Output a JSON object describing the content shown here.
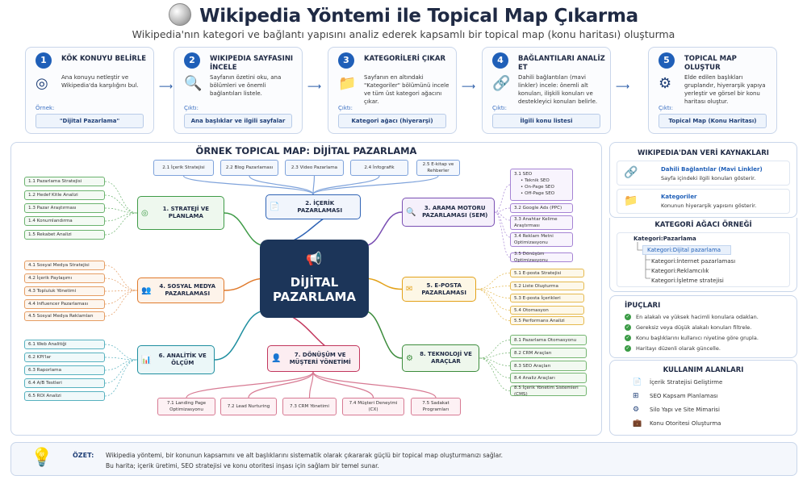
{
  "header": {
    "title": "Wikipedia Yöntemi ile Topical Map Çıkarma",
    "subtitle": "Wikipedia'nın kategori ve bağlantı yapısını analiz ederek kapsamlı bir topical map (konu haritası) oluşturma"
  },
  "steps": [
    {
      "num": "1",
      "title": "KÖK KONUYU BELİRLE",
      "desc": "Ana konuyu netleştir ve Wikipedia'da karşılığını bul.",
      "out_label": "Örnek:",
      "output": "\"Dijital Pazarlama\"",
      "icon": "target-icon"
    },
    {
      "num": "2",
      "title": "WIKIPEDIA SAYFASINI İNCELE",
      "desc": "Sayfanın özetini oku, ana bölümleri ve önemli bağlantıları listele.",
      "out_label": "Çıktı:",
      "output": "Ana başlıklar ve ilgili sayfalar",
      "icon": "magnifier-icon"
    },
    {
      "num": "3",
      "title": "KATEGORİLERİ ÇIKAR",
      "desc": "Sayfanın en altındaki \"Kategoriler\" bölümünü incele ve tüm üst kategori ağacını çıkar.",
      "out_label": "Çıktı:",
      "output": "Kategori ağacı (hiyerarşi)",
      "icon": "folder-icon"
    },
    {
      "num": "4",
      "title": "BAĞLANTILARI ANALİZ ET",
      "desc": "Dahili bağlantıları (mavi linkler) incele: önemli alt konuları, ilişkili konuları ve destekleyici konuları belirle.",
      "out_label": "Çıktı:",
      "output": "İlgili konu listesi",
      "icon": "link-icon"
    },
    {
      "num": "5",
      "title": "TOPICAL MAP OLUŞTUR",
      "desc": "Elde edilen başlıkları gruplandır, hiyerarşik yapıya yerleştir ve görsel bir konu haritası oluştur.",
      "out_label": "Çıktı:",
      "output": "Topical Map (Konu Haritası)",
      "icon": "network-icon"
    }
  ],
  "map": {
    "title": "ÖRNEK TOPICAL MAP: DİJİTAL PAZARLAMA",
    "center": [
      "DİJİTAL",
      "PAZARLAMA"
    ],
    "main": [
      {
        "label": "1. STRATEJİ VE PLANLAMA",
        "color": "#3f9b47",
        "bg": "#eef8ee",
        "icon": "target-icon"
      },
      {
        "label": "2. İÇERİK PAZARLAMASI",
        "color": "#2f63b5",
        "bg": "#f1f5fc",
        "icon": "document-icon"
      },
      {
        "label": "3. ARAMA MOTORU PAZARLAMASI (SEM)",
        "color": "#7a4fb3",
        "bg": "#f5f0fb",
        "icon": "search-icon"
      },
      {
        "label": "4. SOSYAL MEDYA PAZARLAMASI",
        "color": "#e07a2c",
        "bg": "#fdf3ea",
        "icon": "people-icon"
      },
      {
        "label": "5. E-POSTA PAZARLAMASI",
        "color": "#e3a21a",
        "bg": "#fdf7e6",
        "icon": "mail-icon"
      },
      {
        "label": "6. ANALİTİK VE ÖLÇÜM",
        "color": "#1f8fa0",
        "bg": "#ebf7f8",
        "icon": "bar-chart-icon"
      },
      {
        "label": "7. DÖNÜŞÜM VE MÜŞTERİ YÖNETİMİ",
        "color": "#c2375d",
        "bg": "#fcedf1",
        "icon": "user-plus-icon"
      },
      {
        "label": "8. TEKNOLOJİ VE ARAÇLAR",
        "color": "#3c8c3c",
        "bg": "#eef7ec",
        "icon": "gear-icon"
      }
    ],
    "sub1": [
      "1.1 Pazarlama Stratejisi",
      "1.2 Hedef Kitle Analizi",
      "1.3 Pazar Araştırması",
      "1.4 Konumlandırma",
      "1.5 Rekabet Analizi"
    ],
    "sub2": [
      "2.1 İçerik Stratejisi",
      "2.2 Blog Pazarlaması",
      "2.3 Video Pazarlama",
      "2.4 İnfografik",
      "2.5 E-kitap ve Rehberler"
    ],
    "sub3_seo": {
      "title": "3.1 SEO",
      "items": [
        "Teknik SEO",
        "On-Page SEO",
        "Off-Page SEO"
      ]
    },
    "sub3": [
      "3.2 Google Ads (PPC)",
      "3.3 Anahtar Kelime Araştırması",
      "3.4 Reklam Metni Optimizasyonu",
      "3.5 Dönüşüm Optimizasyonu"
    ],
    "sub4": [
      "4.1 Sosyal Medya Stratejisi",
      "4.2 İçerik Paylaşımı",
      "4.3 Topluluk Yönetimi",
      "4.4 Influencer Pazarlaması",
      "4.5 Sosyal Medya Reklamları"
    ],
    "sub5": [
      "5.1 E-posta Stratejisi",
      "5.2 Liste Oluşturma",
      "5.3 E-posta İçerikleri",
      "5.4 Otomasyon",
      "5.5 Performans Analizi"
    ],
    "sub6": [
      "6.1 Web Analitiği",
      "6.2 KPI'lar",
      "6.3 Raporlama",
      "6.4 A/B Testleri",
      "6.5 ROI Analizi"
    ],
    "sub7": [
      "7.1 Landing Page Optimizasyonu",
      "7.2 Lead Nurturing",
      "7.3 CRM Yönetimi",
      "7.4 Müşteri Deneyimi (CX)",
      "7.5 Sadakat Programları"
    ],
    "sub8": [
      "8.1 Pazarlama Otomasyonu",
      "8.2 CRM Araçları",
      "8.3 SEO Araçları",
      "8.4 Analiz Araçları",
      "8.5 İçerik Yönetim Sistemleri (CMS)"
    ]
  },
  "sources": {
    "title": "WIKIPEDIA'DAN VERİ KAYNAKLARI",
    "items": [
      {
        "title": "Dahili Bağlantılar (Mavi Linkler)",
        "desc": "Sayfa içindeki ilgili konuları gösterir.",
        "icon": "link-icon"
      },
      {
        "title": "Kategoriler",
        "desc": "Konunun hiyerarşik yapısını gösterir.",
        "icon": "folder-icon"
      }
    ]
  },
  "tree": {
    "title": "KATEGORİ AĞACI ÖRNEĞİ",
    "root": "Kategori:Pazarlama",
    "child": "Kategori:Dijital pazarlama",
    "leaves": [
      "Kategori:İnternet pazarlaması",
      "Kategori:Reklamcılık",
      "Kategori:İşletme stratejisi"
    ]
  },
  "tips": {
    "title": "İPUÇLARI",
    "items": [
      "En alakalı ve yüksek hacimli konulara odaklan.",
      "Gereksiz veya düşük alakalı konuları filtrele.",
      "Konu başlıklarını kullanıcı niyetine göre grupla.",
      "Haritayı düzenli olarak güncelle."
    ]
  },
  "usage": {
    "title": "KULLANIM ALANLARI",
    "items": [
      {
        "label": "İçerik Stratejisi Geliştirme",
        "icon": "document-icon"
      },
      {
        "label": "SEO Kapsam Planlaması",
        "icon": "hierarchy-icon"
      },
      {
        "label": "Silo Yapı ve Site Mimarisi",
        "icon": "network-icon"
      },
      {
        "label": "Konu Otoritesi Oluşturma",
        "icon": "briefcase-icon"
      }
    ]
  },
  "summary": {
    "label": "ÖZET:",
    "line1": "Wikipedia yöntemi, bir konunun kapsamını ve alt başlıklarını sistematik olarak çıkararak güçlü bir topical map oluşturmanızı sağlar.",
    "line2": "Bu harita; içerik üretimi, SEO stratejisi ve konu otoritesi inşası için sağlam bir temel sunar."
  }
}
